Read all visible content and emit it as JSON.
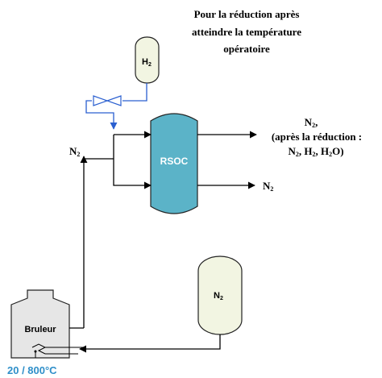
{
  "h2_note": {
    "line1": "Pour la réduction après",
    "line2": "atteindre la température",
    "line3": "opératoire"
  },
  "h2_tank": {
    "label": "H",
    "sub": "2"
  },
  "n2_tank": {
    "label": "N",
    "sub": "2"
  },
  "rsoc": {
    "label": "RSOC",
    "color": "#5bb3c8"
  },
  "burner": {
    "label": "Bruleur",
    "temperature": "20 / 800°C",
    "temperature_color": "#2f8fc9"
  },
  "inlet": {
    "label": "N",
    "sub": "2"
  },
  "outlet_top": {
    "line1_main": "N",
    "line1_sub": "2",
    "line1_tail": ",",
    "line2": "(après la réduction :",
    "line3": {
      "a": "N",
      "a_sub": "2",
      "b": ", H",
      "b_sub": "2",
      "c": ", H",
      "c_sub": "2",
      "d": "O)"
    }
  },
  "outlet_bottom": {
    "label": "N",
    "sub": "2"
  },
  "colors": {
    "tank_fill": "#f2f5e2",
    "burner_fill": "#e6e6e6",
    "h2_line": "#2a5fd0"
  }
}
